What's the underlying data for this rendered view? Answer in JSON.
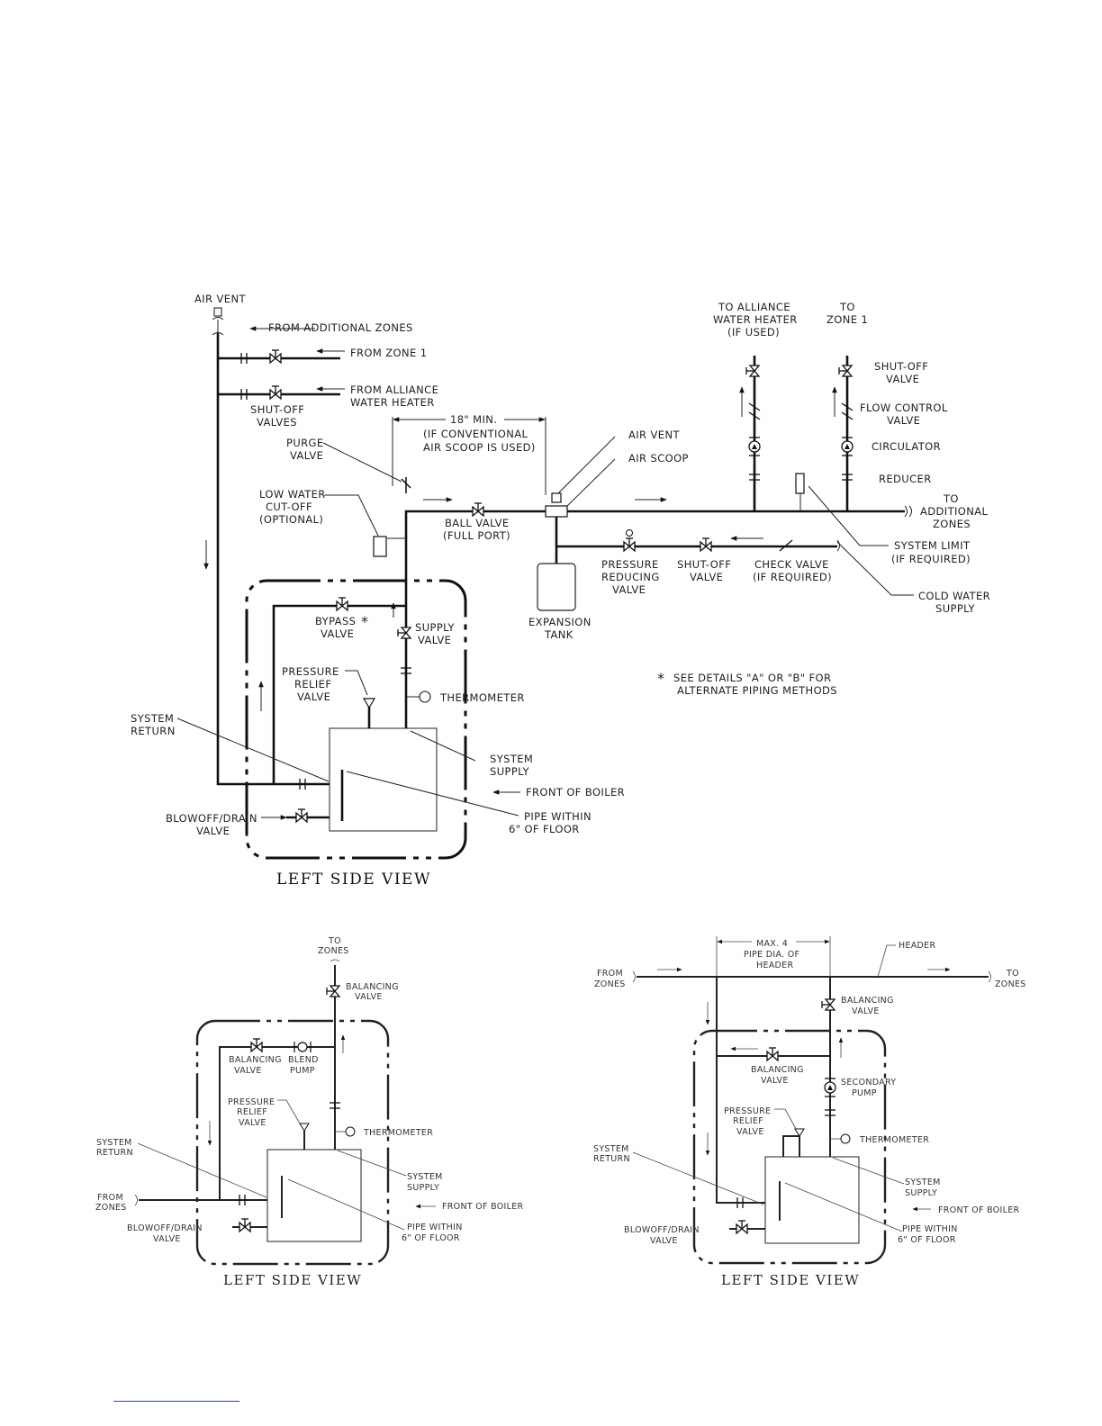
{
  "main": {
    "title": "LEFT SIDE VIEW",
    "labels": {
      "air_vent_top": "AIR VENT",
      "from_additional_zones": "FROM ADDITIONAL ZONES",
      "from_zone_1": "FROM ZONE 1",
      "from_alliance_1": "FROM ALLIANCE",
      "from_alliance_2": "WATER HEATER",
      "shutoff_valves_1": "SHUT-OFF",
      "shutoff_valves_2": "VALVES",
      "purge_valve_1": "PURGE",
      "purge_valve_2": "VALVE",
      "lwco_1": "LOW WATER",
      "lwco_2": "CUT-OFF",
      "lwco_3": "(OPTIONAL)",
      "dim_18": "18\" MIN.",
      "dim_18_note_1": "(IF CONVENTIONAL",
      "dim_18_note_2": "AIR SCOOP IS USED)",
      "ball_valve_1": "BALL VALVE",
      "ball_valve_2": "(FULL PORT)",
      "air_vent": "AIR VENT",
      "air_scoop": "AIR SCOOP",
      "expansion_tank_1": "EXPANSION",
      "expansion_tank_2": "TANK",
      "prv_1": "PRESSURE",
      "prv_2": "REDUCING",
      "prv_3": "VALVE",
      "shutoff_valve_1": "SHUT-OFF",
      "shutoff_valve_2": "VALVE",
      "check_valve_1": "CHECK VALVE",
      "check_valve_2": "(IF REQUIRED)",
      "to_alliance_1": "TO ALLIANCE",
      "to_alliance_2": "WATER HEATER",
      "to_alliance_3": "(IF USED)",
      "to_zone_1a": "TO",
      "to_zone_1b": "ZONE 1",
      "shutoff_r_1": "SHUT-OFF",
      "shutoff_r_2": "VALVE",
      "flow_control_1": "FLOW CONTROL",
      "flow_control_2": "VALVE",
      "circulator": "CIRCULATOR",
      "reducer": "REDUCER",
      "to_add_zones_1": "TO",
      "to_add_zones_2": "ADDITIONAL",
      "to_add_zones_3": "ZONES",
      "system_limit_1": "SYSTEM LIMIT",
      "system_limit_2": "(IF REQUIRED)",
      "cold_water_1": "COLD WATER",
      "cold_water_2": "SUPPLY",
      "bypass_1": "BYPASS",
      "bypass_2": "VALVE",
      "supply_valve_1": "SUPPLY",
      "supply_valve_2": "VALVE",
      "pressure_relief_1": "PRESSURE",
      "pressure_relief_2": "RELIEF",
      "pressure_relief_3": "VALVE",
      "thermometer": "THERMOMETER",
      "system_return_1": "SYSTEM",
      "system_return_2": "RETURN",
      "system_supply_1": "SYSTEM",
      "system_supply_2": "SUPPLY",
      "front_of_boiler": "FRONT OF BOILER",
      "blowoff_1": "BLOWOFF/DRAIN",
      "blowoff_2": "VALVE",
      "pipe_within_1": "PIPE WITHIN",
      "pipe_within_2": "6\" OF FLOOR",
      "asterisk": "*",
      "see_details_1": "SEE DETAILS \"A\" OR \"B\" FOR",
      "see_details_2": "ALTERNATE PIPING METHODS"
    }
  },
  "detail_a": {
    "title": "LEFT SIDE VIEW",
    "labels": {
      "to_zones_1": "TO",
      "to_zones_2": "ZONES",
      "balancing_top_1": "BALANCING",
      "balancing_top_2": "VALVE",
      "balancing_1": "BALANCING",
      "balancing_2": "VALVE",
      "blend_pump_1": "BLEND",
      "blend_pump_2": "PUMP",
      "pressure_relief_1": "PRESSURE",
      "pressure_relief_2": "RELIEF",
      "pressure_relief_3": "VALVE",
      "thermometer": "THERMOMETER",
      "system_return_1": "SYSTEM",
      "system_return_2": "RETURN",
      "system_supply_1": "SYSTEM",
      "system_supply_2": "SUPPLY",
      "from_zones_1": "FROM",
      "from_zones_2": "ZONES",
      "front_of_boiler": "FRONT OF BOILER",
      "blowoff_1": "BLOWOFF/DRAIN",
      "blowoff_2": "VALVE",
      "pipe_within_1": "PIPE WITHIN",
      "pipe_within_2": "6\" OF FLOOR"
    }
  },
  "detail_b": {
    "title": "LEFT SIDE VIEW",
    "labels": {
      "max_1": "MAX. 4",
      "max_2": "PIPE DIA. OF",
      "max_3": "HEADER",
      "header": "HEADER",
      "from_zones_1": "FROM",
      "from_zones_2": "ZONES",
      "to_zones_1": "TO",
      "to_zones_2": "ZONES",
      "balancing_top_1": "BALANCING",
      "balancing_top_2": "VALVE",
      "balancing_1": "BALANCING",
      "balancing_2": "VALVE",
      "secondary_pump_1": "SECONDARY",
      "secondary_pump_2": "PUMP",
      "pressure_relief_1": "PRESSURE",
      "pressure_relief_2": "RELIEF",
      "pressure_relief_3": "VALVE",
      "thermometer": "THERMOMETER",
      "system_return_1": "SYSTEM",
      "system_return_2": "RETURN",
      "system_supply_1": "SYSTEM",
      "system_supply_2": "SUPPLY",
      "front_of_boiler": "FRONT OF BOILER",
      "blowoff_1": "BLOWOFF/DRAIN",
      "blowoff_2": "VALVE",
      "pipe_within_1": "PIPE WITHIN",
      "pipe_within_2": "6\" OF FLOOR"
    }
  }
}
